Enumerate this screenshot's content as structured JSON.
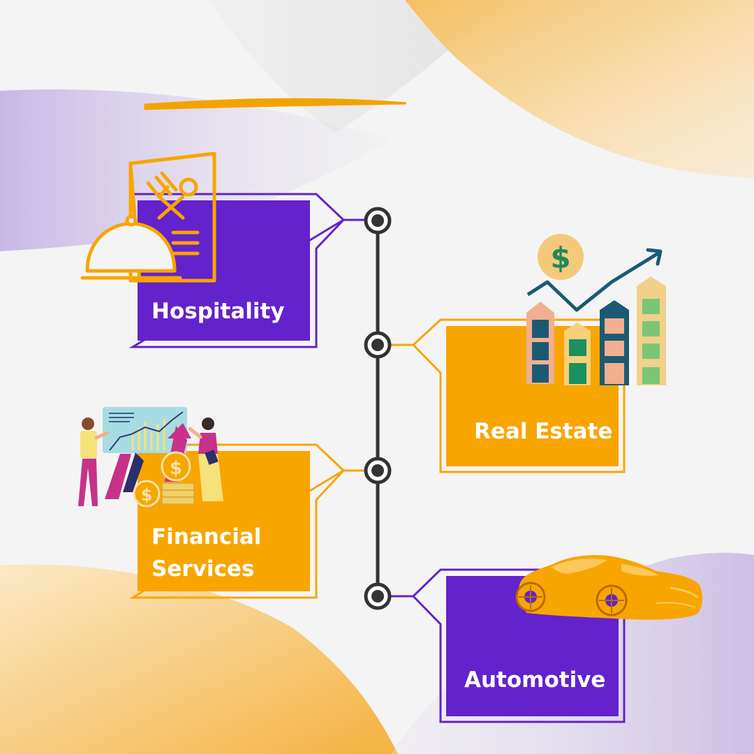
{
  "colors": {
    "background": "#f4f4f4",
    "purple": "#6322cc",
    "orange": "#f8a500",
    "timeline": "#333333"
  },
  "items": [
    {
      "label_lines": [
        "Hospitality"
      ],
      "color": "purple",
      "icon": "restaurant-menu-cloche-icon"
    },
    {
      "label_lines": [
        "Real Estate"
      ],
      "color": "orange",
      "icon": "real-estate-growth-buildings-icon"
    },
    {
      "label_lines": [
        "Financial",
        "Services"
      ],
      "color": "orange",
      "icon": "financial-team-chart-icon"
    },
    {
      "label_lines": [
        "Automotive"
      ],
      "color": "purple",
      "icon": "sports-car-icon"
    }
  ]
}
